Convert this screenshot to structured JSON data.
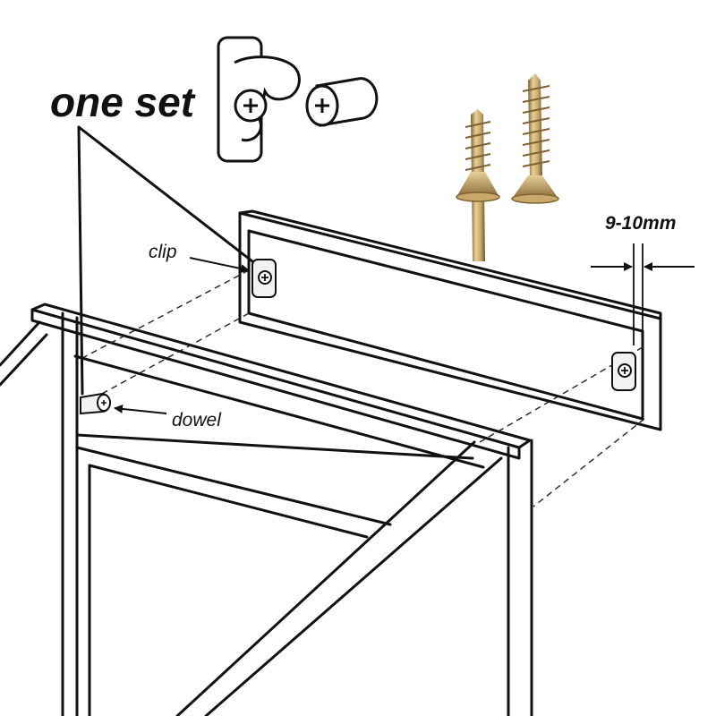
{
  "labels": {
    "title": "one set",
    "clip": "clip",
    "dowel": "dowel",
    "gap": "9-10mm"
  },
  "colors": {
    "line": "#111111",
    "screw_light": "#e6cf97",
    "screw_mid": "#c9a96a",
    "screw_dark": "#7e6232"
  },
  "icons": [
    "clip-icon",
    "dowel-icon",
    "screw-icon",
    "arrow-icon"
  ]
}
